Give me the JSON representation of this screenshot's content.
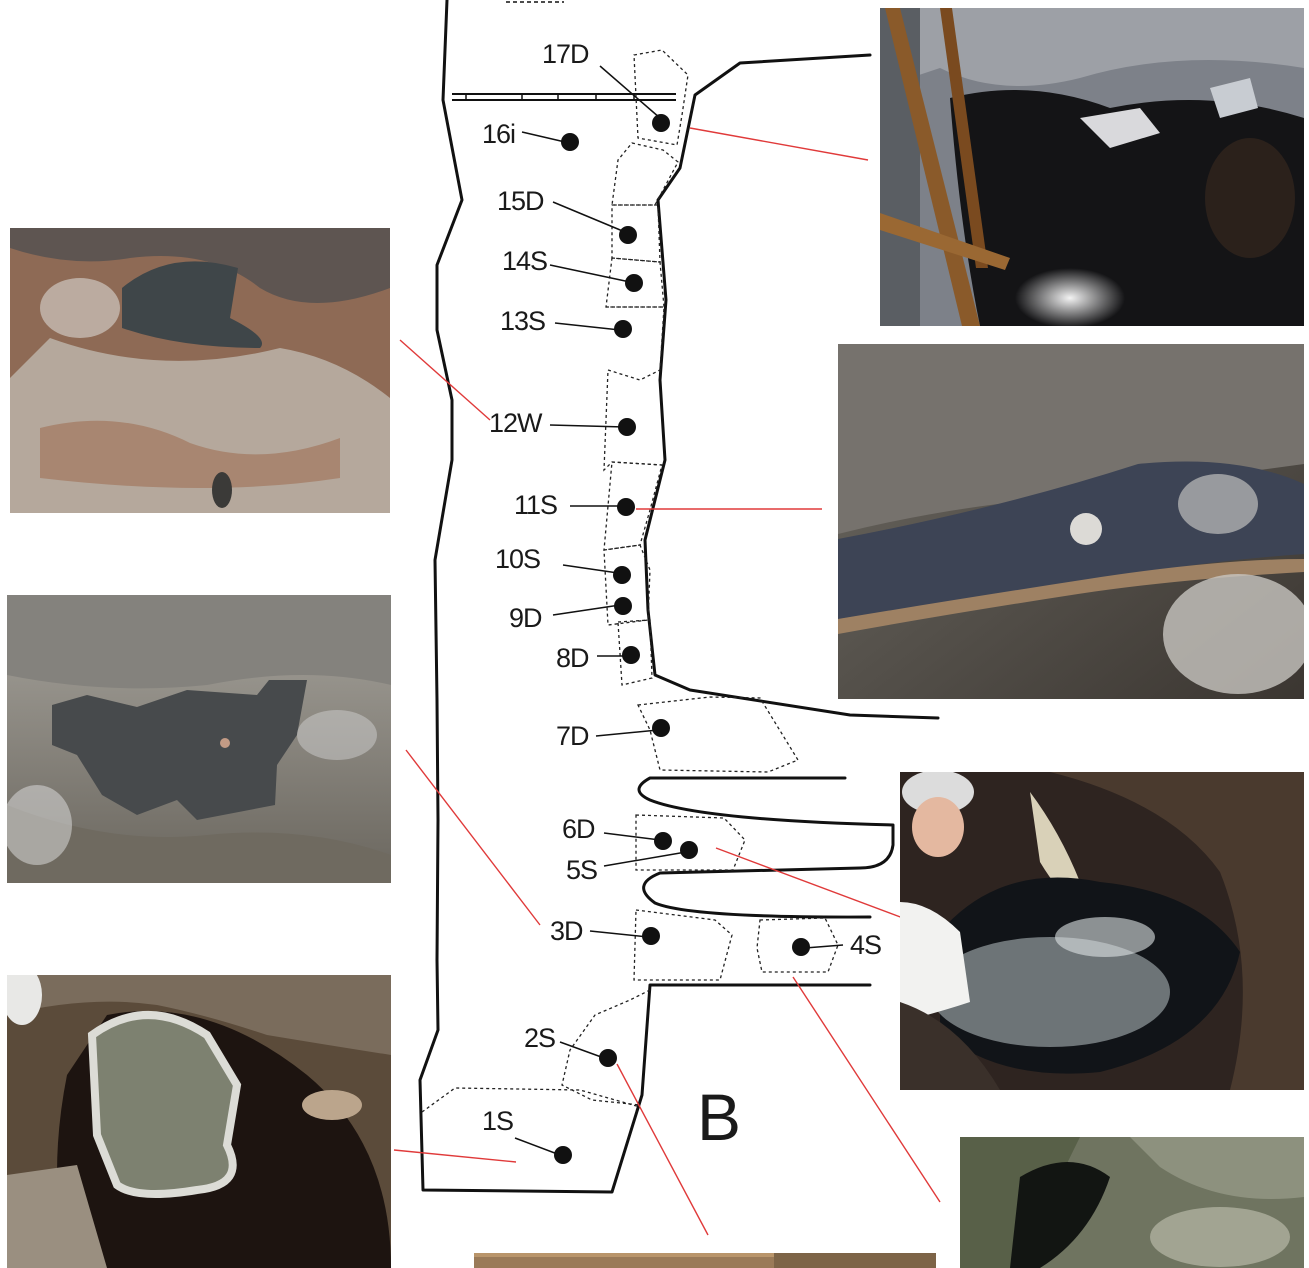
{
  "diagram": {
    "panel_letter": "B",
    "sample_points": [
      {
        "id": "17D"
      },
      {
        "id": "16i"
      },
      {
        "id": "15D"
      },
      {
        "id": "14S"
      },
      {
        "id": "13S"
      },
      {
        "id": "12W"
      },
      {
        "id": "11S"
      },
      {
        "id": "10S"
      },
      {
        "id": "9D"
      },
      {
        "id": "8D"
      },
      {
        "id": "7D"
      },
      {
        "id": "6D"
      },
      {
        "id": "5S"
      },
      {
        "id": "4S"
      },
      {
        "id": "3D"
      },
      {
        "id": "2S"
      },
      {
        "id": "1S"
      }
    ]
  },
  "photos": [
    {
      "name": "photo-17D",
      "depicts": "17D"
    },
    {
      "name": "photo-12W",
      "depicts": "12W"
    },
    {
      "name": "photo-11S",
      "depicts": "11S"
    },
    {
      "name": "photo-3D",
      "depicts": "3D"
    },
    {
      "name": "photo-5S",
      "depicts": "5S"
    },
    {
      "name": "photo-1S",
      "depicts": "1S"
    },
    {
      "name": "photo-4S",
      "depicts": "4S"
    },
    {
      "name": "photo-2S",
      "depicts": "2S"
    }
  ],
  "colors": {
    "outline": "#111111",
    "connector": "#e03a3a",
    "background": "#ffffff"
  }
}
